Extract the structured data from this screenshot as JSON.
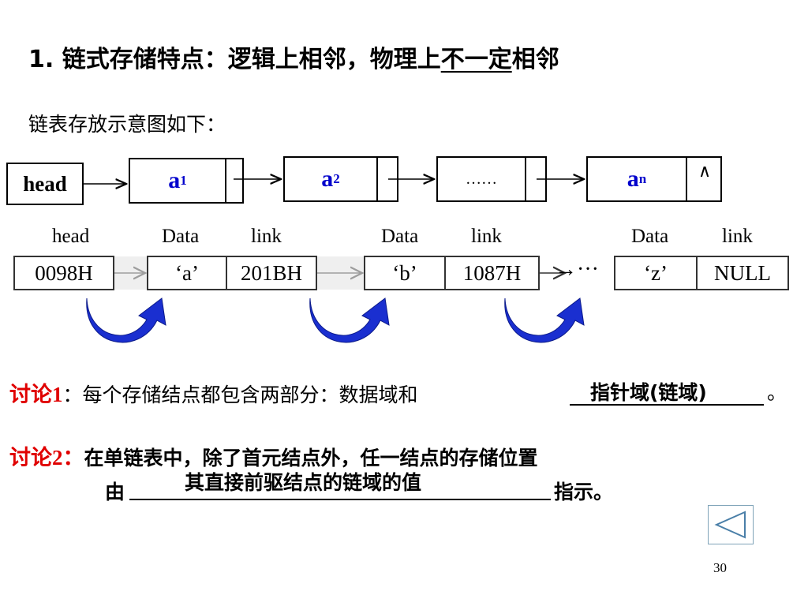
{
  "title": {
    "part1": "1. 链式存储特点：逻辑上相邻，物理上",
    "underlined": "不一定",
    "part2": "相邻"
  },
  "subtitle": "链表存放示意图如下：",
  "diagram": {
    "head_label": "head",
    "nodes": [
      {
        "base": "a",
        "sub": "1",
        "link": ""
      },
      {
        "base": "a",
        "sub": "2",
        "link": ""
      },
      {
        "text": "……",
        "link": ""
      },
      {
        "base": "a",
        "sub": "n",
        "link": "∧"
      }
    ]
  },
  "memory": {
    "head_label": "head",
    "data_label": "Data",
    "link_label": "link",
    "head_value": "0098H",
    "cells": [
      {
        "data": "‘a’",
        "link": "201BH"
      },
      {
        "data": "‘b’",
        "link": "1087H"
      },
      {
        "data": "‘z’",
        "link": "NULL"
      }
    ],
    "ellipsis": "→···"
  },
  "discussion1": {
    "label": "讨论1",
    "text": "：每个存储结点都包含两部分：数据域和",
    "answer": "指针域(链域)",
    "end": "。"
  },
  "discussion2": {
    "label": "讨论2：",
    "line1": "在单链表中，除了首元结点外，任一结点的存储位置",
    "by": "由",
    "answer": "其直接前驱结点的链域的值",
    "end": "指示。"
  },
  "page_number": "30",
  "colors": {
    "accent_red": "#e00000",
    "node_blue": "#0000cc",
    "arrow_blue": "#1a2fd0"
  }
}
